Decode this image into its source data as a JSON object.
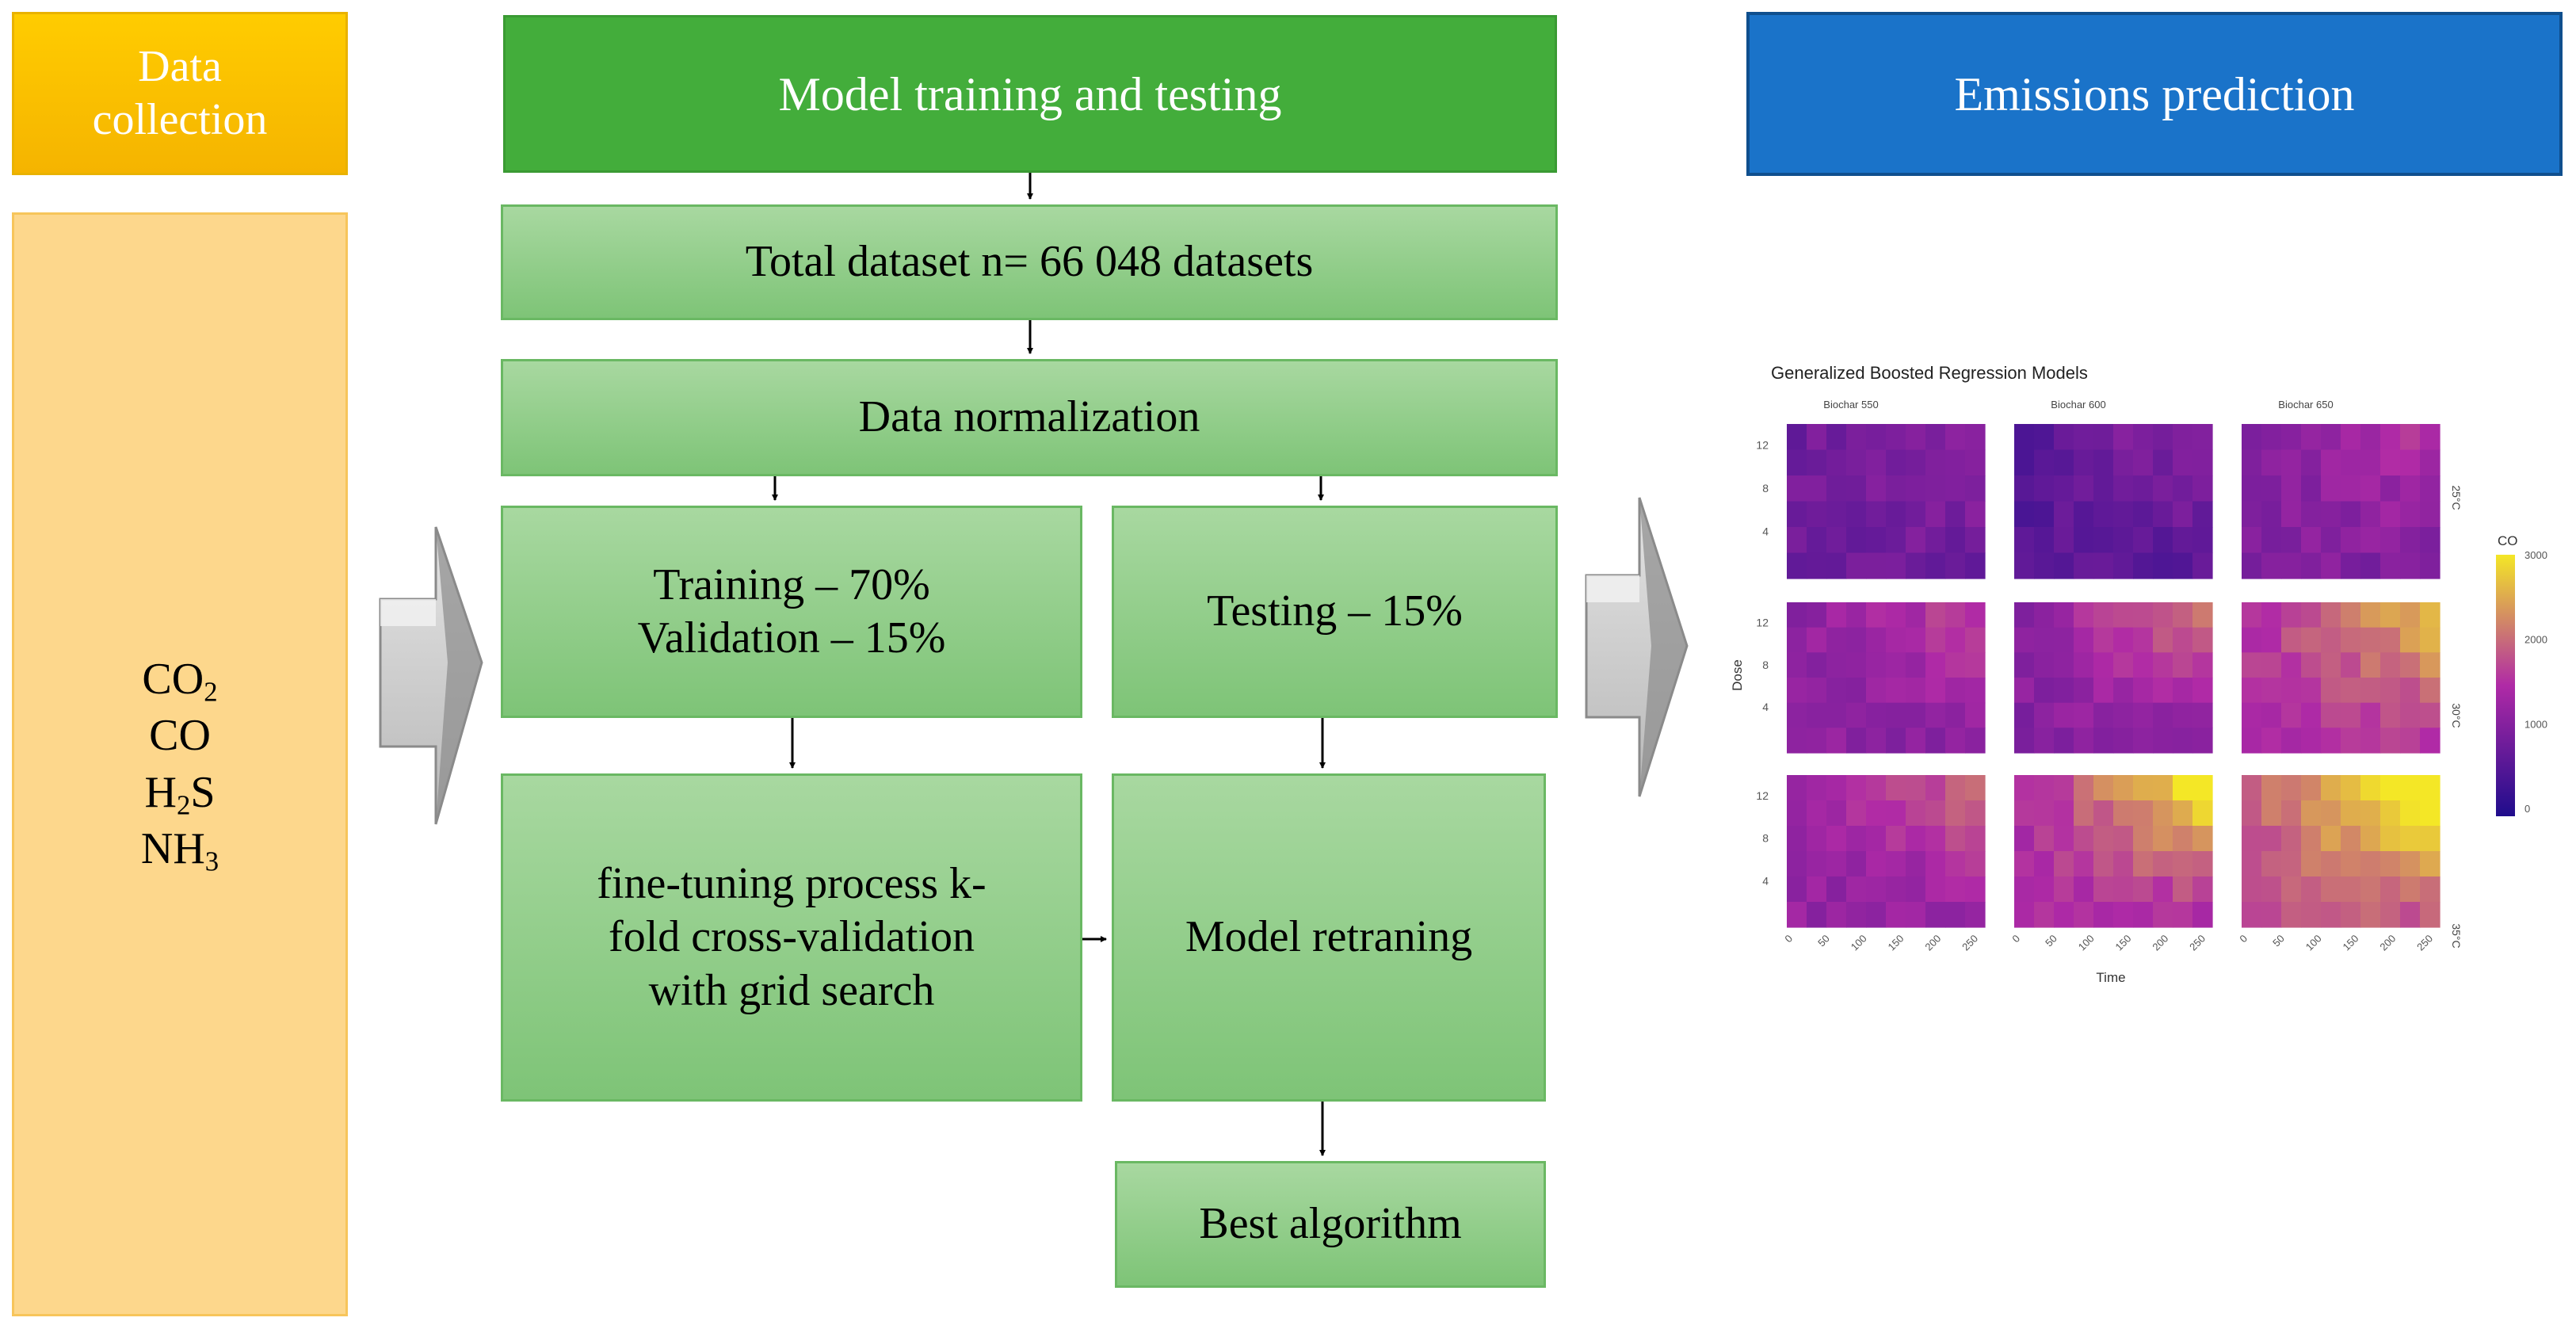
{
  "data_collection": {
    "header": "Data collection",
    "gases": [
      {
        "base": "CO",
        "sub": "2"
      },
      {
        "base": "CO",
        "sub": ""
      },
      {
        "pre": "H",
        "sub": "2",
        "post": "S"
      },
      {
        "base": "NH",
        "sub": "3"
      }
    ]
  },
  "model": {
    "header": "Model training and testing",
    "total_dataset": "Total dataset n= 66 048 datasets",
    "normalization": "Data normalization",
    "training": "Training – 70%",
    "validation": "Validation – 15%",
    "testing": "Testing – 15%",
    "finetune_lines": [
      "fine-tuning process k-",
      "fold cross-validation",
      "with grid search"
    ],
    "retraining": "Model retraning",
    "best": "Best algorithm"
  },
  "prediction": {
    "header": "Emissions prediction",
    "plot": {
      "title": "Generalized Boosted Regression Models",
      "columns": [
        "Biochar 550",
        "Biochar 600",
        "Biochar 650"
      ],
      "rows": [
        "25°C",
        "30°C",
        "35°C"
      ],
      "y_ticks": [
        "12",
        "8",
        "4"
      ],
      "x_ticks": [
        "0",
        "50",
        "100",
        "150",
        "200",
        "250"
      ],
      "xlabel": "Time",
      "ylabel": "Dose",
      "legend_title": "CO",
      "legend_ticks": [
        "3000",
        "2000",
        "1000",
        "0"
      ],
      "colors": {
        "low": "#1f0c8c",
        "mid": "#b02aa6",
        "high": "#f4e726"
      }
    }
  },
  "colors": {
    "yellow_header": "#ffcc00",
    "green_header": "#43ad3b",
    "blue_header": "#1a73c9",
    "green_box": "#8fcd88",
    "yellow_panel": "#fdd78c"
  }
}
